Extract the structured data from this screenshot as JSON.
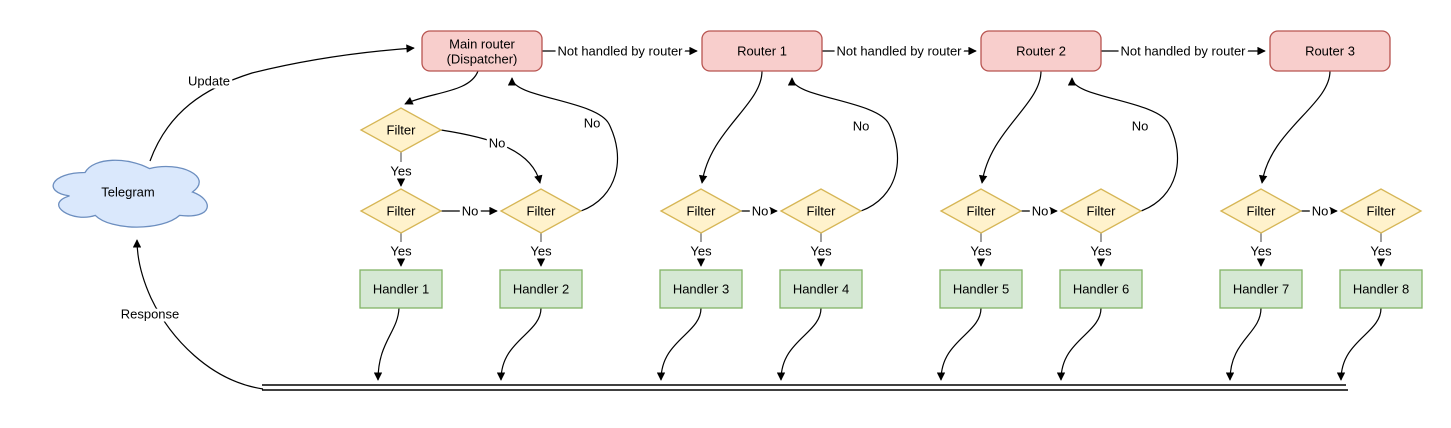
{
  "cloud": {
    "label": "Telegram"
  },
  "labels": {
    "update": "Update",
    "response": "Response",
    "not_handled": "Not handled by router",
    "yes": "Yes",
    "no": "No",
    "filter": "Filter"
  },
  "nodes": {
    "dispatcher": {
      "line1": "Main router",
      "line2": "(Dispatcher)"
    },
    "routers": [
      {
        "label": "Router 1"
      },
      {
        "label": "Router 2"
      },
      {
        "label": "Router 3"
      }
    ],
    "handlers": [
      {
        "label": "Handler 1"
      },
      {
        "label": "Handler 2"
      },
      {
        "label": "Handler 3"
      },
      {
        "label": "Handler 4"
      },
      {
        "label": "Handler 5"
      },
      {
        "label": "Handler 6"
      },
      {
        "label": "Handler 7"
      },
      {
        "label": "Handler 8"
      }
    ]
  },
  "colors": {
    "router_fill": "#f8cecc",
    "router_stroke": "#b85450",
    "filter_fill": "#fff2cc",
    "filter_stroke": "#d6b656",
    "handler_fill": "#d5e8d4",
    "handler_stroke": "#82b366",
    "cloud_fill": "#dae8fc",
    "cloud_stroke": "#6c8ebf",
    "edge": "#000000",
    "stub": "#808080",
    "background": "#ffffff"
  }
}
